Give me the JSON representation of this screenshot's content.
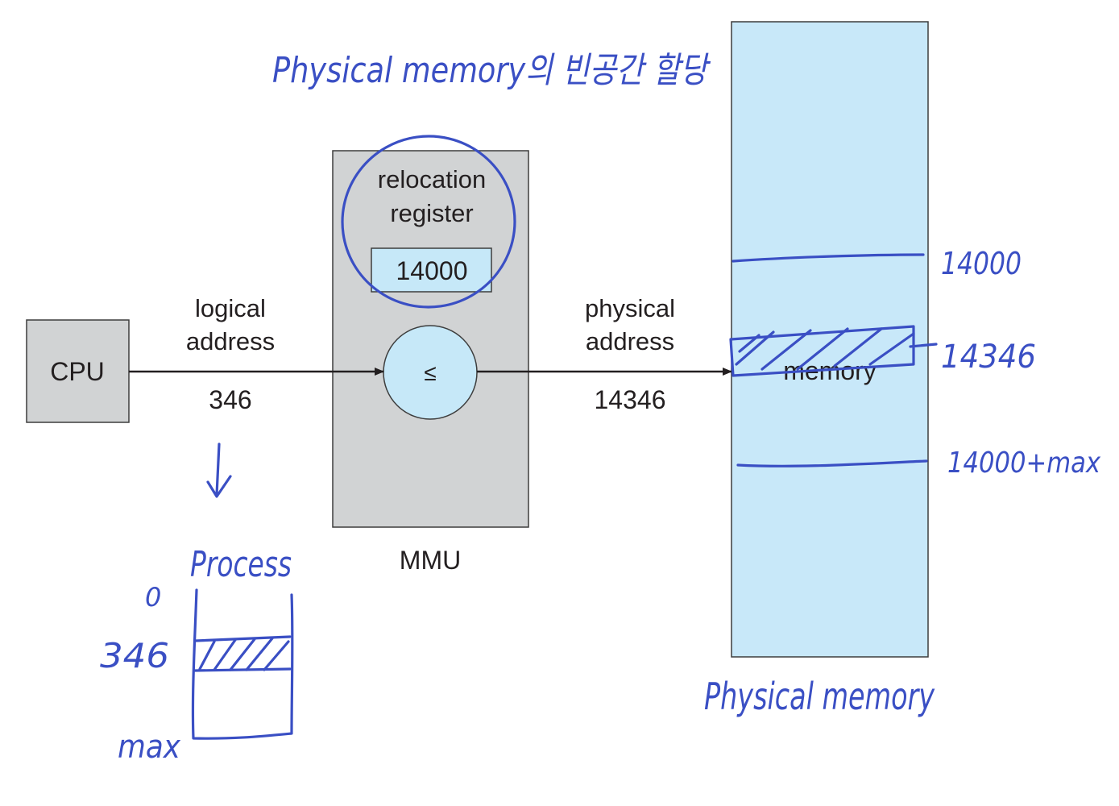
{
  "printed": {
    "cpu_label": "CPU",
    "logical_address_line1": "logical",
    "logical_address_line2": "address",
    "logical_address_value": "346",
    "relocation_register_line1": "relocation",
    "relocation_register_line2": "register",
    "relocation_register_value": "14000",
    "adder_symbol": "≤",
    "mmu_label": "MMU",
    "physical_address_line1": "physical",
    "physical_address_line2": "address",
    "physical_address_value": "14346",
    "memory_label": "memory"
  },
  "handwritten": {
    "top_note": "Physical memory의 빈공간 할당",
    "memory_base": "14000",
    "memory_target": "14346",
    "memory_limit": "14000+max",
    "bottom_caption": "Physical memory",
    "process_label": "Process",
    "process_zero": "0",
    "process_offset": "346",
    "process_max": "max"
  },
  "colors": {
    "mmu_fill": "#d1d3d4",
    "cpu_fill": "#d1d3d4",
    "adder_fill": "#c6e8f8",
    "register_fill": "#c6e8f8",
    "memory_fill": "#c8e8f9",
    "outline": "#3d3d3d",
    "ink": "#3a4fc4"
  }
}
